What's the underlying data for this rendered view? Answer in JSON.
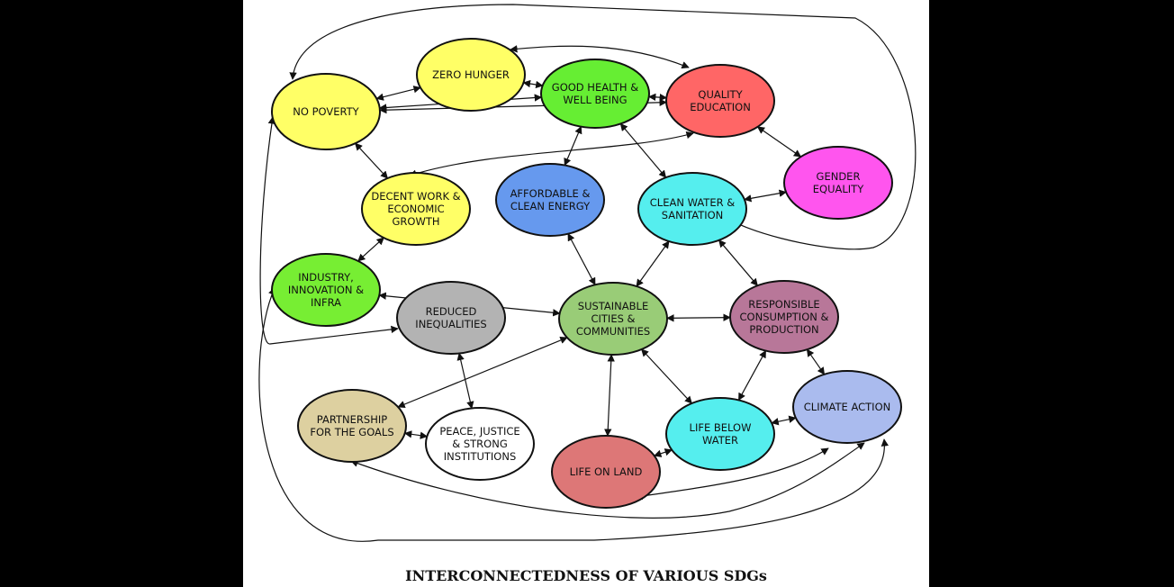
{
  "caption": "INTERCONNECTEDNESS OF VARIOUS SDGs",
  "nodes": [
    {
      "id": "no-poverty",
      "lines": [
        "NO POVERTY"
      ],
      "color": "#ffff66"
    },
    {
      "id": "zero-hunger",
      "lines": [
        "ZERO HUNGER"
      ],
      "color": "#ffff66"
    },
    {
      "id": "good-health",
      "lines": [
        "GOOD HEALTH &",
        "WELL BEING"
      ],
      "color": "#66ee33"
    },
    {
      "id": "quality-education",
      "lines": [
        "QUALITY",
        "EDUCATION"
      ],
      "color": "#ff6666"
    },
    {
      "id": "gender-equality",
      "lines": [
        "GENDER",
        "EQUALITY"
      ],
      "color": "#ff55ee"
    },
    {
      "id": "decent-work",
      "lines": [
        "DECENT WORK &",
        "ECONOMIC",
        "GROWTH"
      ],
      "color": "#ffff66"
    },
    {
      "id": "affordable-energy",
      "lines": [
        "AFFORDABLE &",
        "CLEAN ENERGY"
      ],
      "color": "#6699ee"
    },
    {
      "id": "clean-water",
      "lines": [
        "CLEAN WATER &",
        "SANITATION"
      ],
      "color": "#55eeee"
    },
    {
      "id": "industry",
      "lines": [
        "INDUSTRY,",
        "INNOVATION &",
        "INFRA"
      ],
      "color": "#77ee33"
    },
    {
      "id": "reduced-inequalities",
      "lines": [
        "REDUCED",
        "INEQUALITIES"
      ],
      "color": "#b3b3b3"
    },
    {
      "id": "sustainable-cities",
      "lines": [
        "SUSTAINABLE",
        "CITIES &",
        "COMMUNITIES"
      ],
      "color": "#99cc77"
    },
    {
      "id": "responsible-consumption",
      "lines": [
        "RESPONSIBLE",
        "CONSUMPTION &",
        "PRODUCTION"
      ],
      "color": "#b87799"
    },
    {
      "id": "partnership",
      "lines": [
        "PARTNERSHIP",
        "FOR THE GOALS"
      ],
      "color": "#ddd0a0"
    },
    {
      "id": "peace-justice",
      "lines": [
        "PEACE, JUSTICE",
        "& STRONG",
        "INSTITUTIONS"
      ],
      "color": "#ffffff"
    },
    {
      "id": "life-on-land",
      "lines": [
        "LIFE ON LAND"
      ],
      "color": "#dd7777"
    },
    {
      "id": "life-below-water",
      "lines": [
        "LIFE BELOW",
        "WATER"
      ],
      "color": "#55eeee"
    },
    {
      "id": "climate-action",
      "lines": [
        "CLIMATE ACTION"
      ],
      "color": "#aabbee"
    }
  ],
  "edges": [
    [
      "no-poverty",
      "zero-hunger"
    ],
    [
      "no-poverty",
      "good-health"
    ],
    [
      "no-poverty",
      "quality-education"
    ],
    [
      "no-poverty",
      "decent-work"
    ],
    [
      "zero-hunger",
      "good-health"
    ],
    [
      "good-health",
      "quality-education"
    ],
    [
      "good-health",
      "affordable-energy"
    ],
    [
      "good-health",
      "clean-water"
    ],
    [
      "quality-education",
      "gender-equality"
    ],
    [
      "quality-education",
      "decent-work"
    ],
    [
      "decent-work",
      "industry"
    ],
    [
      "affordable-energy",
      "sustainable-cities"
    ],
    [
      "clean-water",
      "sustainable-cities"
    ],
    [
      "clean-water",
      "responsible-consumption"
    ],
    [
      "industry",
      "sustainable-cities"
    ],
    [
      "sustainable-cities",
      "responsible-consumption"
    ],
    [
      "sustainable-cities",
      "partnership"
    ],
    [
      "sustainable-cities",
      "life-on-land"
    ],
    [
      "sustainable-cities",
      "life-below-water"
    ],
    [
      "reduced-inequalities",
      "peace-justice"
    ],
    [
      "partnership",
      "peace-justice"
    ],
    [
      "responsible-consumption",
      "life-below-water"
    ],
    [
      "responsible-consumption",
      "climate-action"
    ],
    [
      "life-below-water",
      "life-on-land"
    ],
    [
      "life-below-water",
      "climate-action"
    ],
    [
      "gender-equality",
      "clean-water"
    ],
    [
      "zero-hunger",
      "quality-education"
    ],
    [
      "no-poverty",
      "gender-equality"
    ],
    [
      "no-poverty",
      "reduced-inequalities"
    ],
    [
      "industry",
      "climate-action"
    ],
    [
      "partnership",
      "climate-action"
    ],
    [
      "life-on-land",
      "climate-action"
    ]
  ]
}
